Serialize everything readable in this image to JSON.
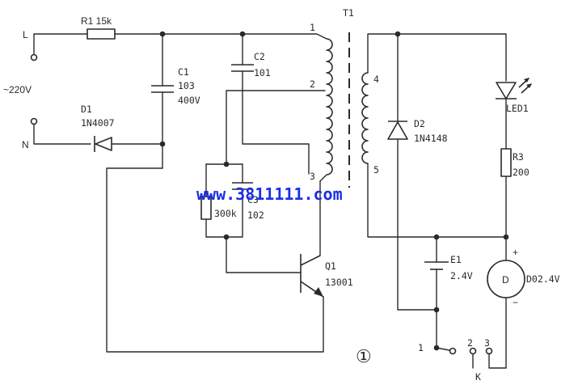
{
  "input": {
    "line_label": "L",
    "neutral_label": "N",
    "voltage_label": "~220V"
  },
  "r1": {
    "label": "R1 15k"
  },
  "c1": {
    "name": "C1",
    "value": "103",
    "rating": "400V"
  },
  "d1": {
    "name": "D1",
    "model": "1N4007"
  },
  "c2": {
    "name": "C2",
    "value": "101"
  },
  "c3": {
    "name": "C3",
    "value": "102"
  },
  "r2": {
    "value": "300k"
  },
  "t1": {
    "name": "T1",
    "pins": [
      "1",
      "2",
      "3",
      "4",
      "5"
    ]
  },
  "q1": {
    "name": "Q1",
    "model": "13001"
  },
  "d2": {
    "name": "D2",
    "model": "1N4148"
  },
  "led1": {
    "name": "LED1"
  },
  "r3": {
    "name": "R3",
    "value": "200"
  },
  "e1": {
    "name": "E1",
    "value": "2.4V"
  },
  "motor": {
    "symbol": "D",
    "label": "D02.4V",
    "plus": "+",
    "minus": "−"
  },
  "switch_k": {
    "name": "K",
    "positions": [
      "1",
      "2",
      "3"
    ]
  },
  "watermark": "www.3811111.com",
  "figure_number": "①",
  "colors": {
    "ink": "#2a2a2a",
    "watermark": "#1a2ee6"
  }
}
